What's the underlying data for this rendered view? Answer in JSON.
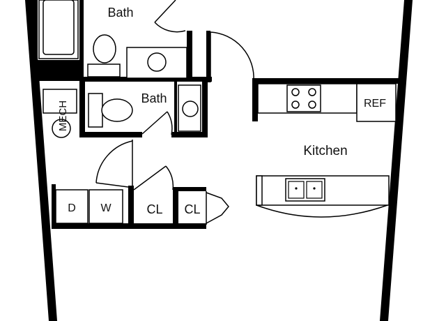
{
  "rooms": {
    "bath_upper": "Bath",
    "bath_lower": "Bath",
    "kitchen": "Kitchen",
    "mech": "MECH",
    "dryer": "D",
    "washer": "W",
    "closet_left": "CL",
    "closet_right": "CL",
    "refrigerator": "REF"
  },
  "colors": {
    "wall": "#000000",
    "background": "#ffffff"
  }
}
